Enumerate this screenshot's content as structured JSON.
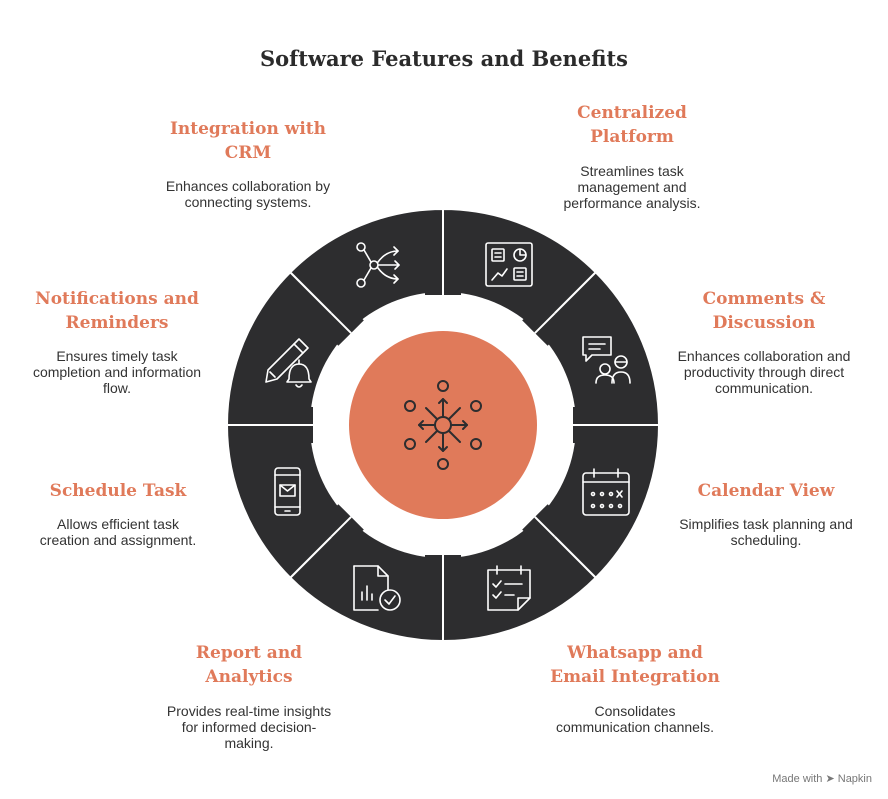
{
  "title": "Software Features and Benefits",
  "colors": {
    "segment": "#2d2d2f",
    "center": "#e07a5a",
    "accent": "#e07a5a",
    "text": "#333333"
  },
  "features": [
    {
      "title_lines": [
        "Integration with",
        "CRM"
      ],
      "desc_lines": [
        "Enhances collaboration by",
        "connecting systems."
      ],
      "icon": "branch-arrows-icon"
    },
    {
      "title_lines": [
        "Centralized",
        "Platform"
      ],
      "desc_lines": [
        "Streamlines task",
        "management and",
        "performance analysis."
      ],
      "icon": "dashboard-icon"
    },
    {
      "title_lines": [
        "Comments &",
        "Discussion"
      ],
      "desc_lines": [
        "Enhances collaboration and",
        "productivity through direct",
        "communication."
      ],
      "icon": "discussion-icon"
    },
    {
      "title_lines": [
        "Calendar View"
      ],
      "desc_lines": [
        "Simplifies task planning and",
        "scheduling."
      ],
      "icon": "calendar-icon"
    },
    {
      "title_lines": [
        "Whatsapp and",
        "Email Integration"
      ],
      "desc_lines": [
        "Consolidates",
        "communication channels."
      ],
      "icon": "checklist-icon"
    },
    {
      "title_lines": [
        "Report and",
        "Analytics"
      ],
      "desc_lines": [
        "Provides real-time insights",
        "for informed decision-",
        "making."
      ],
      "icon": "report-icon"
    },
    {
      "title_lines": [
        "Schedule Task"
      ],
      "desc_lines": [
        "Allows efficient task",
        "creation and assignment."
      ],
      "icon": "mobile-mail-icon"
    },
    {
      "title_lines": [
        "Notifications and",
        "Reminders"
      ],
      "desc_lines": [
        "Ensures timely task",
        "completion and information",
        "flow."
      ],
      "icon": "pencil-bell-icon"
    }
  ],
  "center_icon": "network-hub-icon",
  "footer": {
    "made_with": "Made with",
    "brand": "Napkin"
  }
}
